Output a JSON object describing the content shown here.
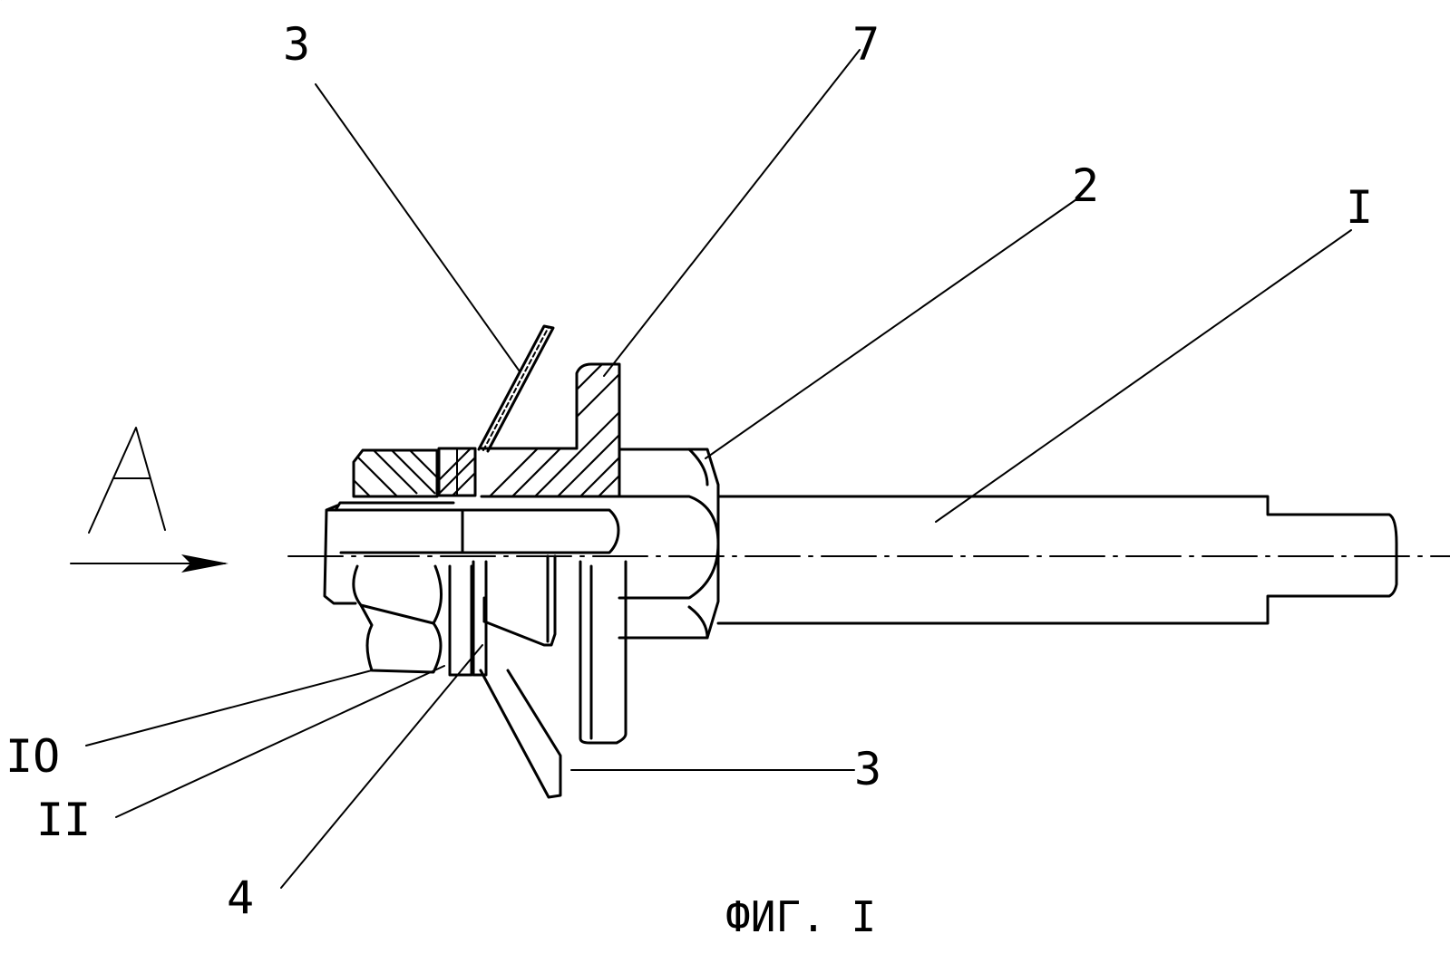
{
  "figure": {
    "caption": "ФИГ. I",
    "view_label": "A",
    "callouts": [
      {
        "id": "label-3-top",
        "text": "3"
      },
      {
        "id": "label-7",
        "text": "7"
      },
      {
        "id": "label-2",
        "text": "2"
      },
      {
        "id": "label-1",
        "text": "I"
      },
      {
        "id": "label-10",
        "text": "IO"
      },
      {
        "id": "label-11",
        "text": "II"
      },
      {
        "id": "label-4",
        "text": "4"
      },
      {
        "id": "label-3-bottom",
        "text": "3"
      }
    ]
  }
}
